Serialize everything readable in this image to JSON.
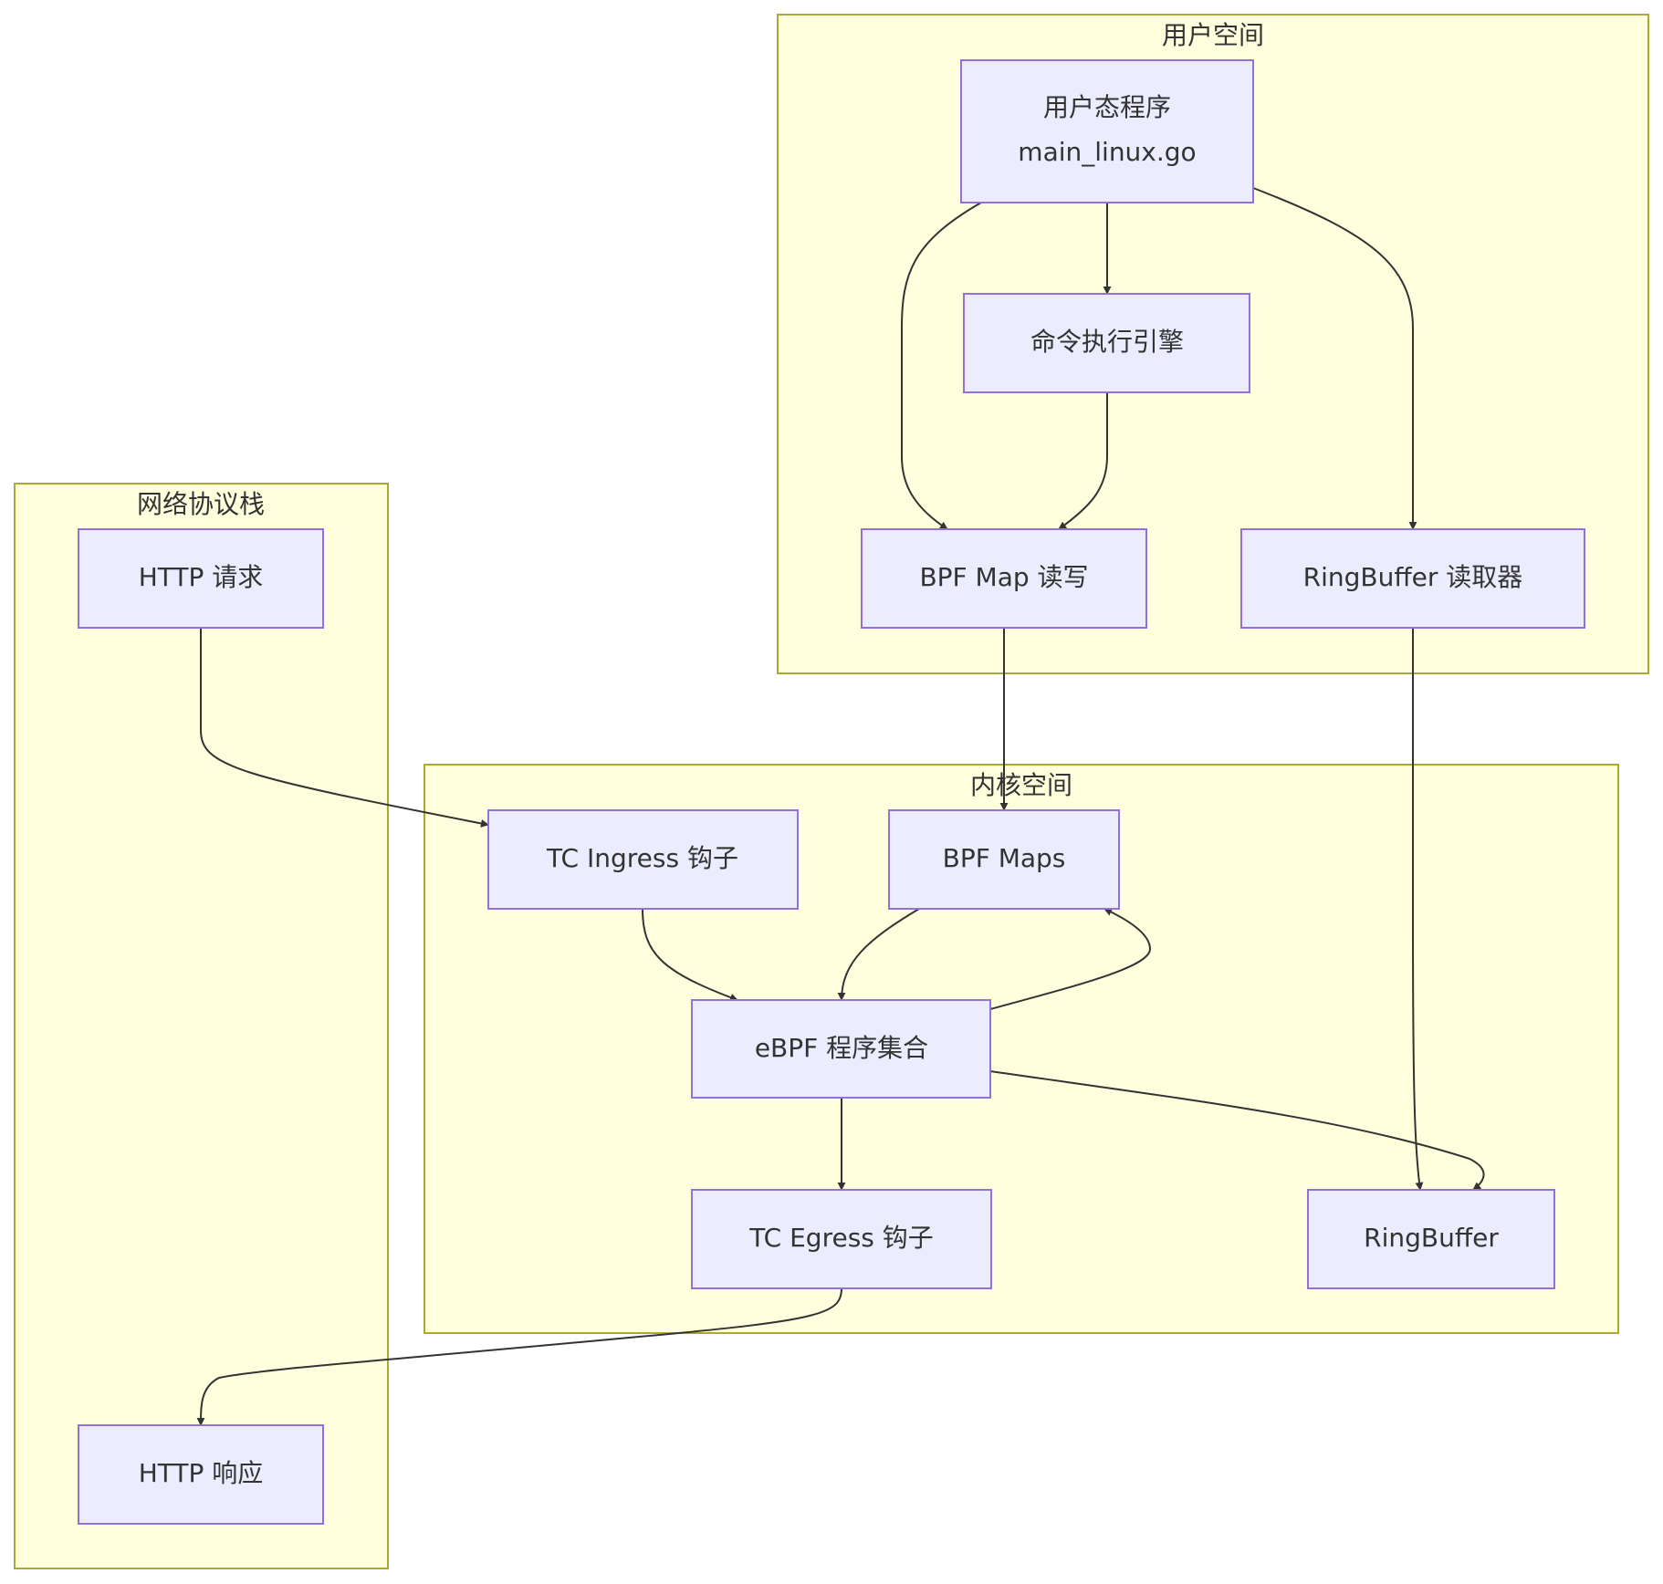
{
  "diagram": {
    "type": "flowchart",
    "groups": [
      {
        "id": "user",
        "title": "用户空间"
      },
      {
        "id": "net",
        "title": "网络协议栈"
      },
      {
        "id": "kernel",
        "title": "内核空间"
      }
    ],
    "nodes": [
      {
        "id": "userprog",
        "group": "user",
        "lines": [
          "用户态程序",
          "main_linux.go"
        ]
      },
      {
        "id": "cmd",
        "group": "user",
        "lines": [
          "命令执行引擎"
        ]
      },
      {
        "id": "maprw",
        "group": "user",
        "lines": [
          "BPF Map 读写"
        ]
      },
      {
        "id": "rbreader",
        "group": "user",
        "lines": [
          "RingBuffer 读取器"
        ]
      },
      {
        "id": "httpreq",
        "group": "net",
        "lines": [
          "HTTP 请求"
        ]
      },
      {
        "id": "httpresp",
        "group": "net",
        "lines": [
          "HTTP 响应"
        ]
      },
      {
        "id": "ingress",
        "group": "kernel",
        "lines": [
          "TC Ingress 钩子"
        ]
      },
      {
        "id": "maps",
        "group": "kernel",
        "lines": [
          "BPF Maps"
        ]
      },
      {
        "id": "ebpf",
        "group": "kernel",
        "lines": [
          "eBPF 程序集合"
        ]
      },
      {
        "id": "egress",
        "group": "kernel",
        "lines": [
          "TC Egress 钩子"
        ]
      },
      {
        "id": "ringbuf",
        "group": "kernel",
        "lines": [
          "RingBuffer"
        ]
      }
    ],
    "edges": [
      {
        "from": "userprog",
        "to": "cmd"
      },
      {
        "from": "userprog",
        "to": "maprw"
      },
      {
        "from": "cmd",
        "to": "maprw"
      },
      {
        "from": "userprog",
        "to": "rbreader"
      },
      {
        "from": "maprw",
        "to": "maps"
      },
      {
        "from": "rbreader",
        "to": "ringbuf"
      },
      {
        "from": "httpreq",
        "to": "ingress"
      },
      {
        "from": "ingress",
        "to": "ebpf"
      },
      {
        "from": "maps",
        "to": "ebpf"
      },
      {
        "from": "ebpf",
        "to": "maps"
      },
      {
        "from": "ebpf",
        "to": "egress"
      },
      {
        "from": "ebpf",
        "to": "ringbuf"
      },
      {
        "from": "egress",
        "to": "httpresp"
      }
    ]
  }
}
